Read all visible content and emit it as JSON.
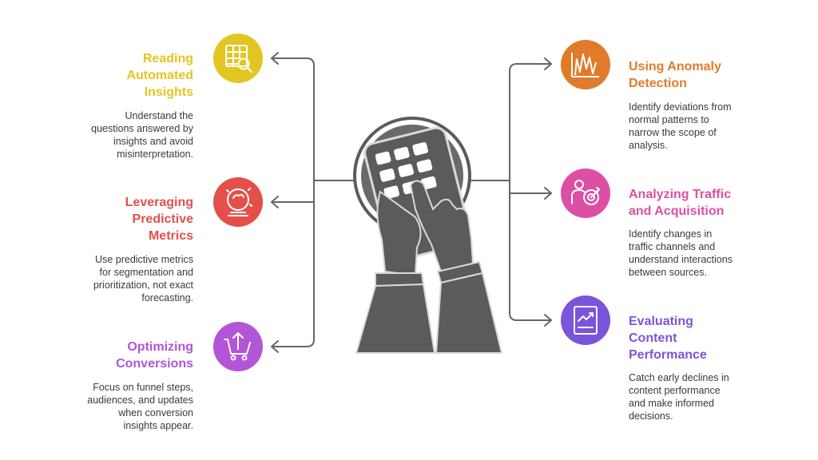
{
  "colors": {
    "yellow": "#e3c521",
    "red": "#e3504b",
    "purple": "#b255d6",
    "orange": "#e07b2a",
    "pink": "#dd4fa4",
    "violet": "#7a55dc",
    "center": "#5b5b5b"
  },
  "items": [
    {
      "id": "reading-automated-insights",
      "title": "Reading\nAutomated\nInsights",
      "description": "Understand the\nquestions answered by\ninsights and avoid\nmisinterpretation.",
      "color": "#e3c521",
      "icon": "table-search-icon"
    },
    {
      "id": "leveraging-predictive-metrics",
      "title": "Leveraging\nPredictive\nMetrics",
      "description": "Use predictive metrics\nfor segmentation and\nprioritization, not exact\nforecasting.",
      "color": "#e3504b",
      "icon": "crystal-ball-icon"
    },
    {
      "id": "optimizing-conversions",
      "title": "Optimizing\nConversions",
      "description": "Focus on funnel steps,\naudiences, and updates\nwhen conversion\ninsights appear.",
      "color": "#b255d6",
      "icon": "cart-arrow-icon"
    },
    {
      "id": "using-anomaly-detection",
      "title": "Using Anomaly\nDetection",
      "description": "Identify deviations from\nnormal patterns to\nnarrow the scope of\nanalysis.",
      "color": "#e07b2a",
      "icon": "spike-chart-icon"
    },
    {
      "id": "analyzing-traffic-acquisition",
      "title": "Analyzing Traffic\nand Acquisition",
      "description": "Identify changes in\ntraffic channels and\nunderstand interactions\nbetween sources.",
      "color": "#dd4fa4",
      "icon": "person-target-icon"
    },
    {
      "id": "evaluating-content-performance",
      "title": "Evaluating\nContent\nPerformance",
      "description": "Catch early declines in\ncontent performance\nand make informed\ndecisions.",
      "color": "#7a55dc",
      "icon": "report-chart-icon"
    }
  ],
  "center_icon": "hands-calculator-icon"
}
